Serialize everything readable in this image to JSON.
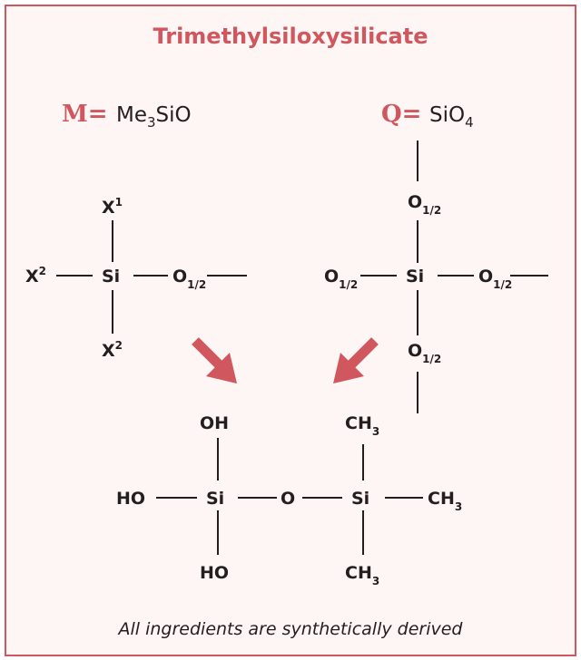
{
  "title": "Trimethylsiloxysilicate",
  "caption": "All ingredients are synthetically derived",
  "colors": {
    "accent": "#d0575e",
    "ink": "#231f20",
    "background": "#fdf6f4"
  },
  "m_unit": {
    "label": "M=",
    "formula": {
      "a": "Me",
      "b": "3",
      "c": "SiO"
    },
    "atoms": {
      "center": "Si",
      "top": "X",
      "top_sup": "1",
      "left": "X",
      "left_sup": "2",
      "bottom": "X",
      "bottom_sup": "2",
      "right": "O",
      "right_sub": "1/2"
    }
  },
  "q_unit": {
    "label": "Q=",
    "formula": {
      "a": "SiO",
      "b": "4"
    },
    "atoms": {
      "center": "Si",
      "oxygen": "O",
      "oxygen_sub": "1/2"
    }
  },
  "product": {
    "si": "Si",
    "bridge_o": "O",
    "oh": "OH",
    "ho": "HO",
    "ch3": {
      "base": "CH",
      "sub": "3"
    }
  }
}
